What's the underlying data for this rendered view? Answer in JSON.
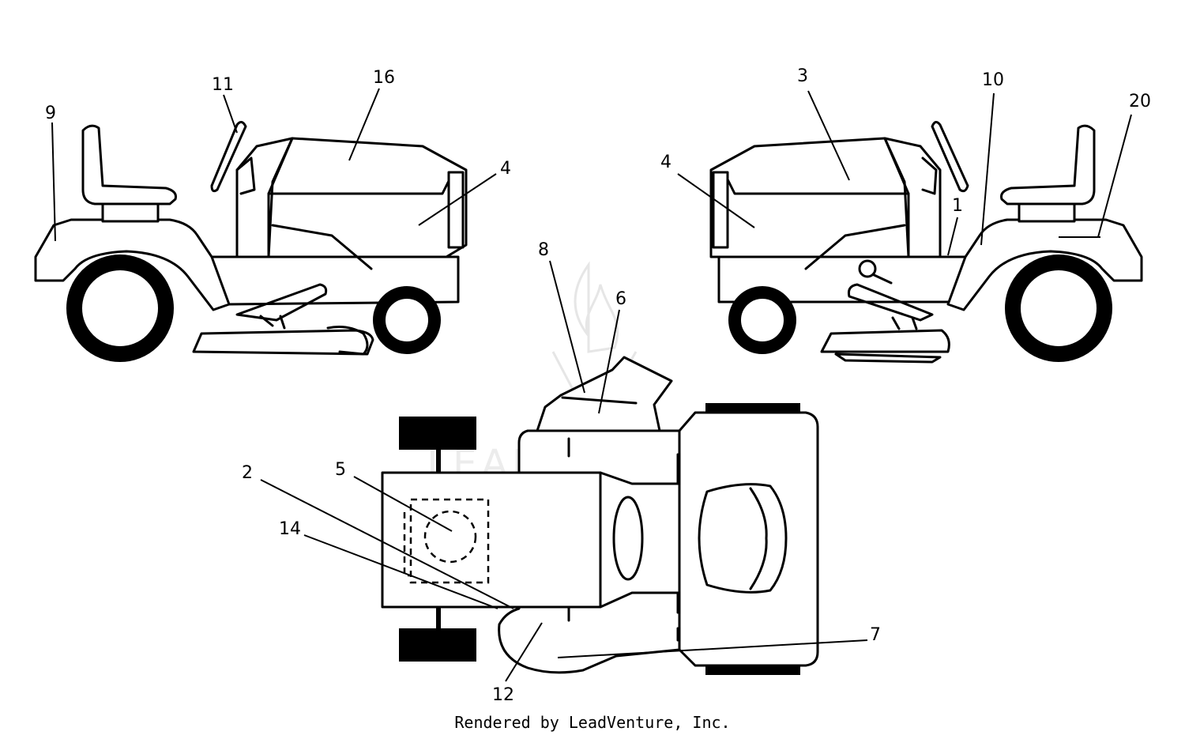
{
  "watermark": {
    "text": "LEADVENTURE"
  },
  "footer": {
    "text": "Rendered by LeadVenture, Inc."
  },
  "callouts": {
    "left_9": "9",
    "left_11": "11",
    "left_16": "16",
    "left_4": "4",
    "right_3": "3",
    "right_10": "10",
    "right_20": "20",
    "right_4": "4",
    "right_1": "1",
    "top_8": "8",
    "top_6": "6",
    "top_2": "2",
    "top_5": "5",
    "top_14": "14",
    "top_12": "12",
    "top_7": "7"
  }
}
